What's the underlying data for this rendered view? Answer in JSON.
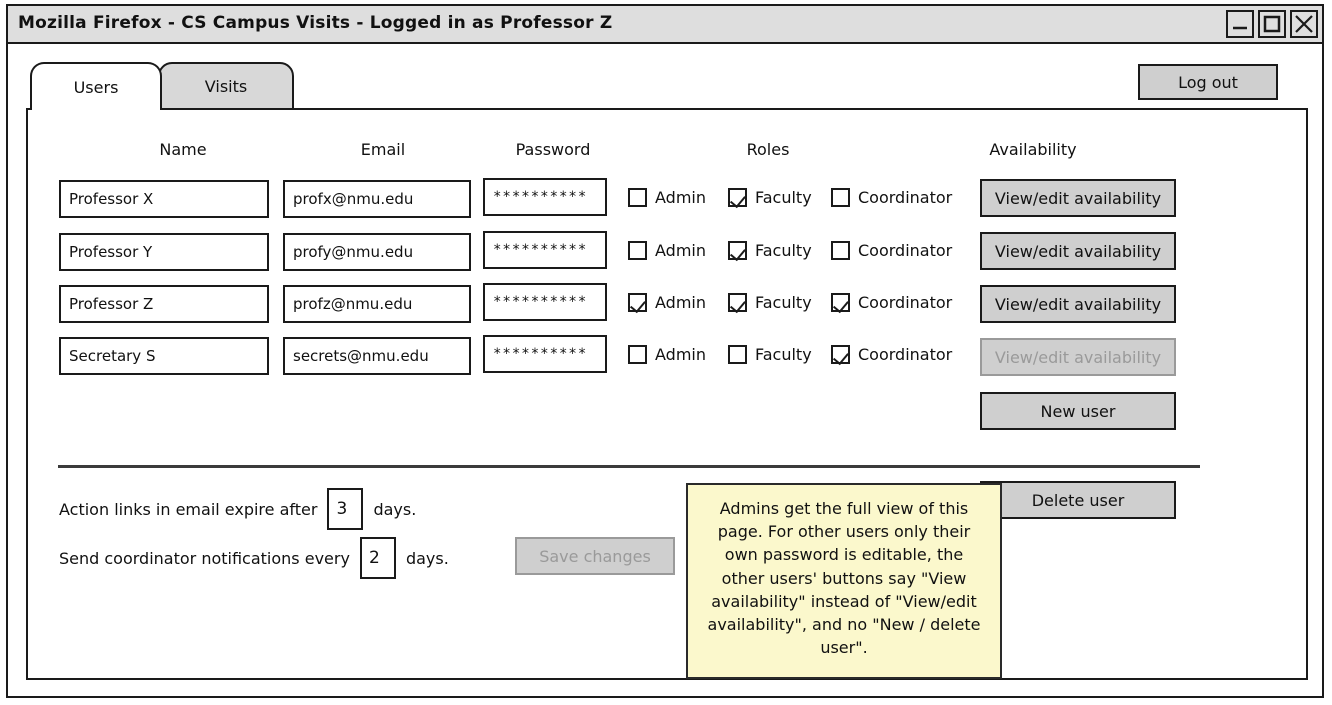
{
  "window": {
    "title": "Mozilla Firefox - CS Campus Visits - Logged in as Professor Z",
    "controls": [
      {
        "name": "minimize-button",
        "icon": "minimize-icon"
      },
      {
        "name": "maximize-button",
        "icon": "maximize-icon"
      },
      {
        "name": "close-button",
        "icon": "close-icon"
      }
    ]
  },
  "tabs": [
    {
      "label": "Users",
      "active": true
    },
    {
      "label": "Visits",
      "active": false
    }
  ],
  "header": {
    "logout_label": "Log out"
  },
  "table": {
    "columns": [
      "Name",
      "Email",
      "Password",
      "Roles",
      "Availability"
    ],
    "role_labels": [
      "Admin",
      "Faculty",
      "Coordinator"
    ],
    "rows": [
      {
        "name": "Professor X",
        "email": "profx@nmu.edu",
        "password": "**********",
        "roles": {
          "admin": false,
          "faculty": true,
          "coordinator": false
        },
        "availability_label": "View/edit availability",
        "availability_disabled": false
      },
      {
        "name": "Professor Y",
        "email": "profy@nmu.edu",
        "password": "**********",
        "roles": {
          "admin": false,
          "faculty": true,
          "coordinator": false
        },
        "availability_label": "View/edit availability",
        "availability_disabled": false
      },
      {
        "name": "Professor Z",
        "email": "profz@nmu.edu",
        "password": "**********",
        "roles": {
          "admin": true,
          "faculty": true,
          "coordinator": true
        },
        "availability_label": "View/edit availability",
        "availability_disabled": false
      },
      {
        "name": "Secretary S",
        "email": "secrets@nmu.edu",
        "password": "**********",
        "roles": {
          "admin": false,
          "faculty": false,
          "coordinator": true
        },
        "availability_label": "View/edit availability",
        "availability_disabled": true
      }
    ]
  },
  "actions": {
    "new_user_label": "New user",
    "delete_user_label": "Delete user",
    "save_changes_label": "Save changes",
    "save_changes_disabled": true
  },
  "settings": {
    "expire_prefix": "Action links in email expire after",
    "expire_value": "3",
    "expire_suffix": "days.",
    "notify_prefix": "Send coordinator notifications every",
    "notify_value": "2",
    "notify_suffix": "days."
  },
  "note": {
    "text": "Admins get the full view of this page. For other users only their own password is editable, the other users' buttons say \"View availability\" instead of \"View/edit availability\", and no \"New / delete user\"."
  },
  "colors": {
    "titlebar_bg": "#dedede",
    "button_bg": "#cfcfcf",
    "tab_inactive_bg": "#d8d8d8",
    "note_bg": "#fbf8cc",
    "outline": "#1a1a1a",
    "disabled_text": "#9a9a9a"
  }
}
